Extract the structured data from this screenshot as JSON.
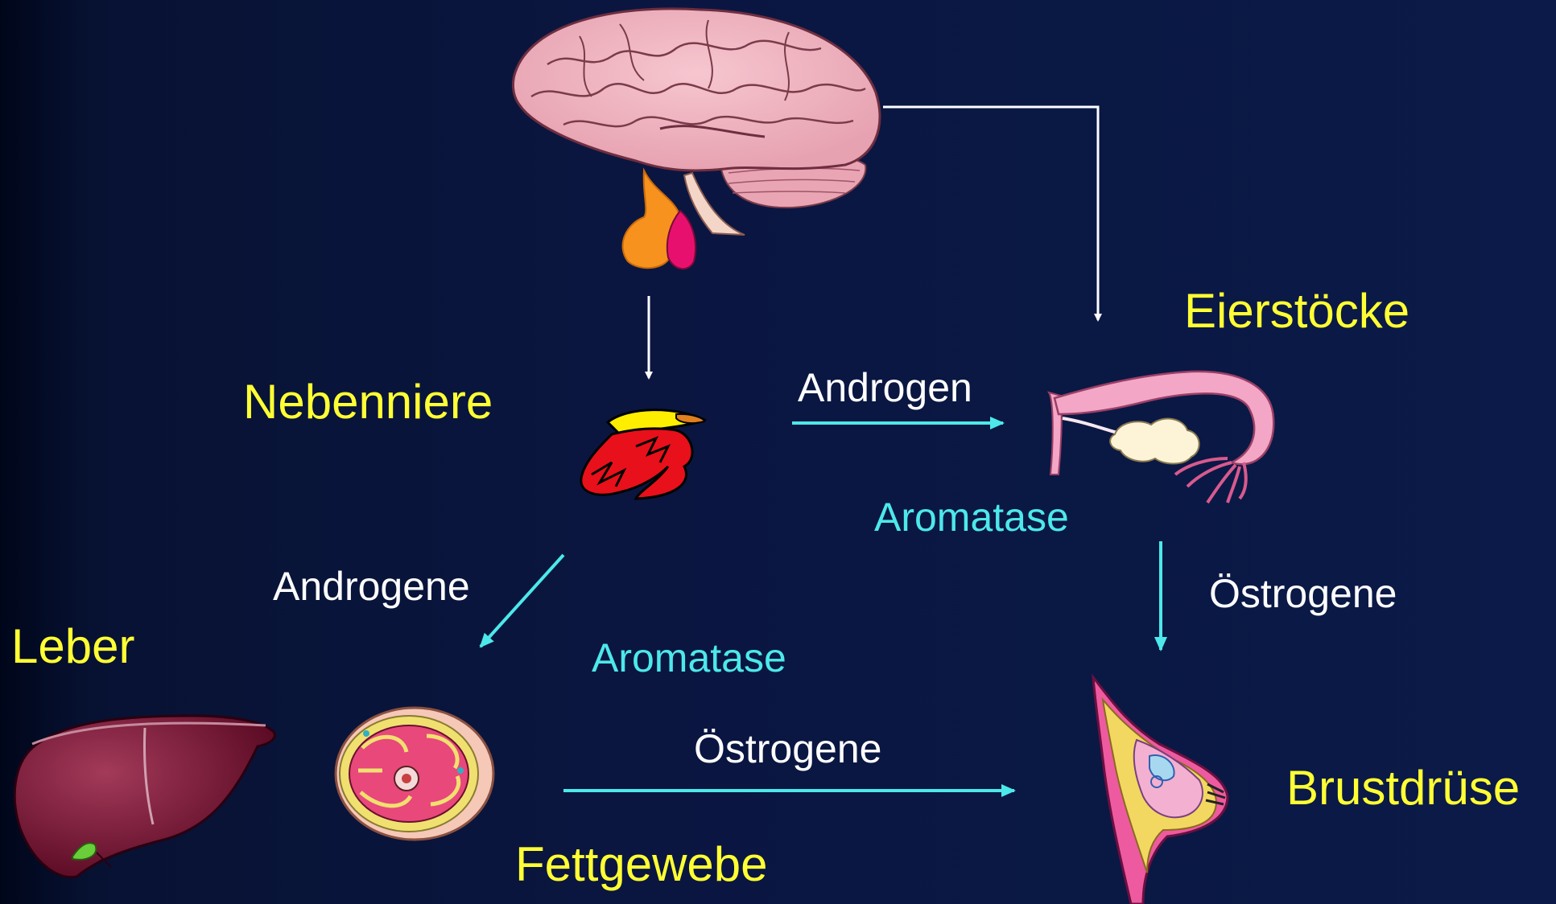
{
  "colors": {
    "background": "#0a1640",
    "organ_label": "#ffff33",
    "hormone_label": "#ffffff",
    "enzyme_label": "#4de8ea",
    "neural_arrow": "#ffffff",
    "hormone_arrow": "#4de8ea"
  },
  "icons": {
    "brain": "brain-with-pituitary-icon",
    "adrenal": "adrenal-gland-icon",
    "ovary": "ovary-fallopian-tube-icon",
    "liver": "liver-icon",
    "fat": "fat-tissue-cross-section-icon",
    "breast": "breast-gland-icon"
  },
  "labels": {
    "ovaries": "Eierstöcke",
    "adrenal": "Nebenniere",
    "liver": "Leber",
    "fat_tissue": "Fettgewebe",
    "breast": "Brustdrüse",
    "androgen": "Androgen",
    "androgens": "Androgene",
    "aromatase_ovary": "Aromatase",
    "aromatase_fat": "Aromatase",
    "estrogens_right": "Östrogene",
    "estrogens_bottom": "Östrogene"
  }
}
